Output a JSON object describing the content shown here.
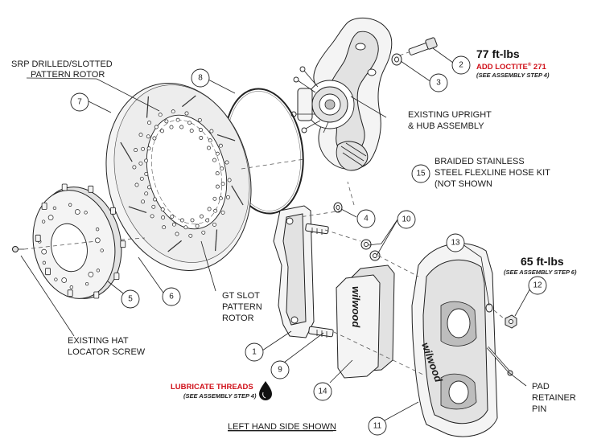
{
  "callouts": [
    {
      "num": "1"
    },
    {
      "num": "2"
    },
    {
      "num": "3"
    },
    {
      "num": "4"
    },
    {
      "num": "5"
    },
    {
      "num": "6"
    },
    {
      "num": "7"
    },
    {
      "num": "8"
    },
    {
      "num": "9"
    },
    {
      "num": "10"
    },
    {
      "num": "11"
    },
    {
      "num": "12"
    },
    {
      "num": "13"
    },
    {
      "num": "14"
    },
    {
      "num": "15"
    }
  ],
  "labels": {
    "rotor_srp_line1": "SRP DRILLED/SLOTTED",
    "rotor_srp_line2": "PATTERN ROTOR",
    "upright_line1": "EXISTING UPRIGHT",
    "upright_line2": "& HUB ASSEMBLY",
    "flexline_line1": "BRAIDED STAINLESS",
    "flexline_line2": "STEEL FLEXLINE HOSE KIT",
    "flexline_line3": "(NOT SHOWN",
    "gt_line1": "GT SLOT",
    "gt_line2": "PATTERN",
    "gt_line3": "ROTOR",
    "hat_line1": "EXISTING HAT",
    "hat_line2": "LOCATOR SCREW",
    "pad_line1": "PAD",
    "pad_line2": "RETAINER",
    "pad_line3": "PIN",
    "footer": "LEFT HAND SIDE SHOWN"
  },
  "torque": {
    "upper_value": "77 ft-lbs",
    "upper_loctite": "ADD LOCTITE",
    "upper_loctite_sup": "®",
    "upper_loctite_num": " 271",
    "upper_step": "(SEE ASSEMBLY STEP 4)",
    "right_value": "65 ft-lbs",
    "right_step": "(SEE ASSEMBLY STEP 6)",
    "lube": "LUBRICATE THREADS",
    "lube_step": "(SEE ASSEMBLY STEP 4)"
  },
  "branding": {
    "logo_text": "wilwood"
  },
  "colors": {
    "accent_red": "#d0121b",
    "line": "#222222"
  }
}
